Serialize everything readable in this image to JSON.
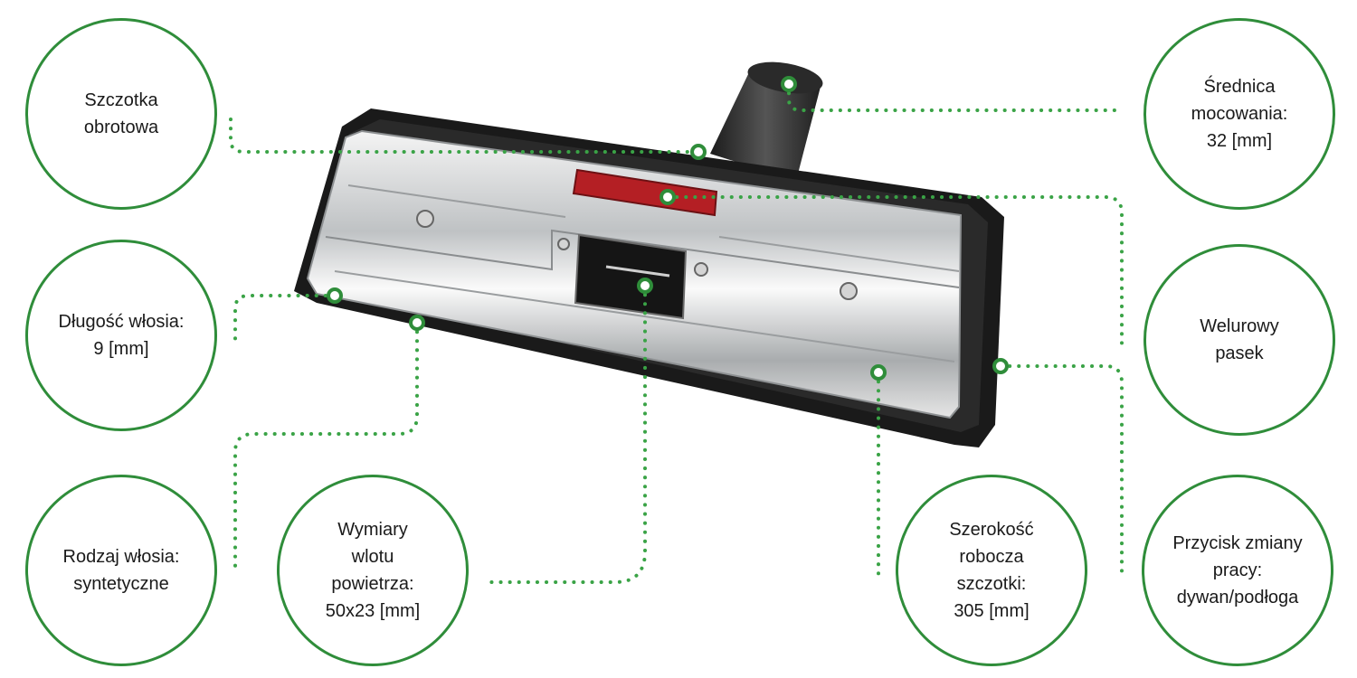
{
  "colors": {
    "accent": "#2f8d3a",
    "leader": "#3aa346",
    "text": "#1a1a1a",
    "background": "#ffffff"
  },
  "callouts": [
    {
      "id": "brush",
      "text": "Szczotka\nobrotowa"
    },
    {
      "id": "diameter",
      "text": "Średnica\nmocowania:\n32 [mm]"
    },
    {
      "id": "bristle-length",
      "text": "Długość włosia:\n9 [mm]"
    },
    {
      "id": "velour",
      "text": "Welurowy\npasek"
    },
    {
      "id": "bristle-type",
      "text": "Rodzaj włosia:\nsyntetyczne"
    },
    {
      "id": "inlet",
      "text": "Wymiary\nwlotu\npowietrza:\n50x23 [mm]"
    },
    {
      "id": "width",
      "text": "Szerokość\nrobocza\nszczotki:\n305 [mm]"
    },
    {
      "id": "switch",
      "text": "Przycisk zmiany\npracy:\ndywan/podłoga"
    }
  ]
}
